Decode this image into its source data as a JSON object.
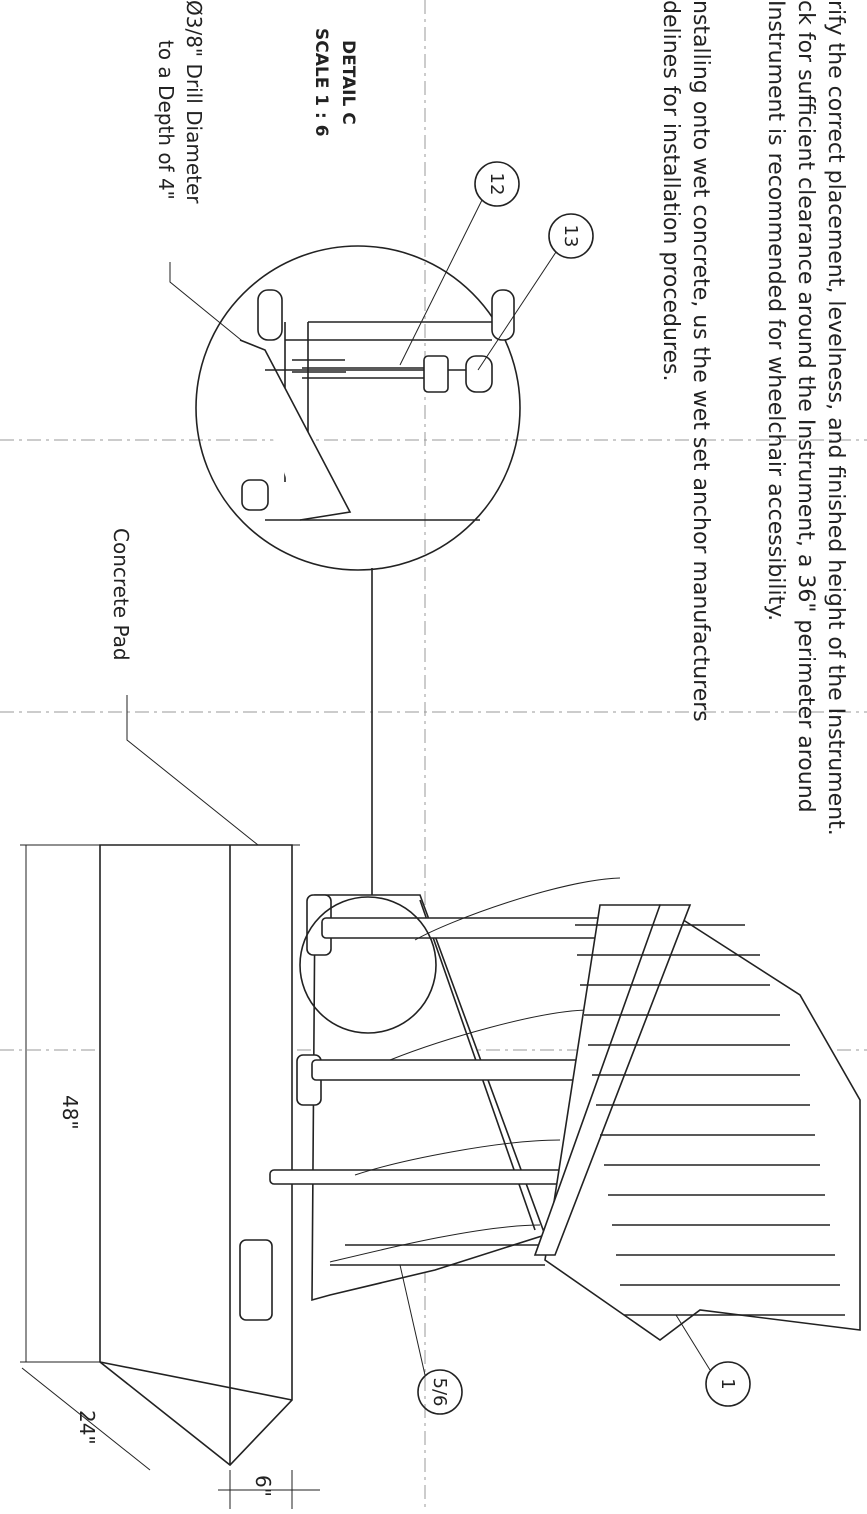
{
  "notes": [
    "rify the correct placement, levelness, and finished height of the Instrument.",
    "ck for sufficient clearance around the Instrument, a 36\" perimeter around",
    "Instrument is recommended for wheelchair accessibility.",
    "nstalling onto wet concrete, us the wet set anchor manufacturers",
    "delines for installation procedures."
  ],
  "detail": {
    "title": "DETAIL C",
    "scale": "SCALE 1 : 6",
    "drill_line1": "Ø3/8\" Drill Diameter",
    "drill_line2": "to a Depth of 4\""
  },
  "labels": {
    "concrete_pad": "Concrete Pad"
  },
  "dimensions": {
    "length": "48\"",
    "width": "24\"",
    "thickness": "6\""
  },
  "callouts": {
    "instrument": "1",
    "post": "5/6",
    "anchor": "12",
    "nut": "13"
  }
}
